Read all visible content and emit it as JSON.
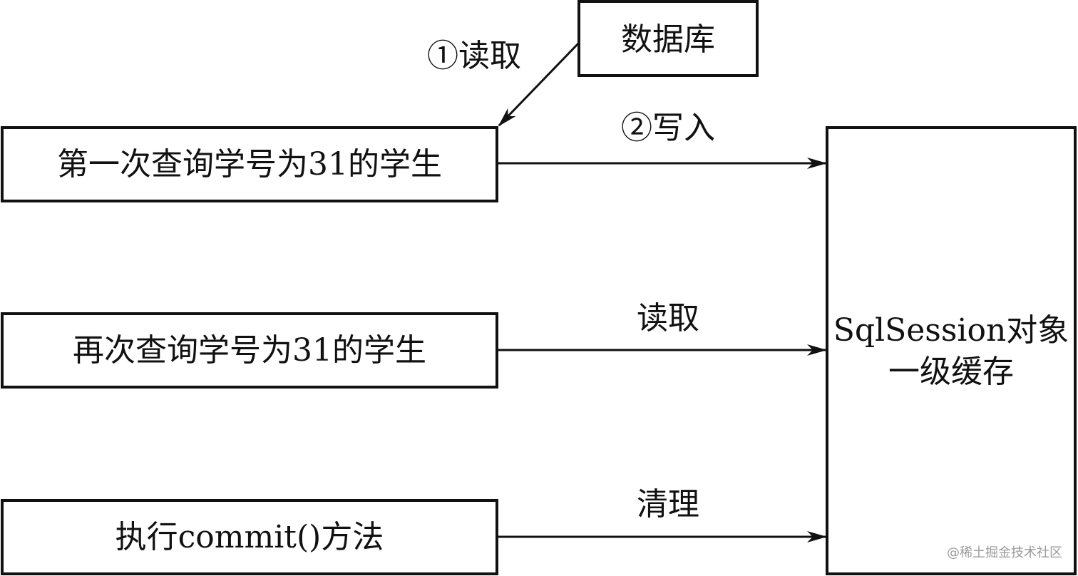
{
  "nodes": {
    "database": "数据库",
    "first_query": "第一次查询学号为31的学生",
    "second_query": "再次查询学号为31的学生",
    "commit": "执行commit()方法",
    "cache_line1": "SqlSession对象",
    "cache_line2": "一级缓存"
  },
  "edges": {
    "read_from_db": "①读取",
    "write_to_cache": "②写入",
    "read_from_cache": "读取",
    "clear_cache": "清理"
  },
  "watermark": "@稀土掘金技术社区",
  "colors": {
    "stroke": "#111111",
    "text": "#111111",
    "background": "#ffffff",
    "watermark": "#9a9a9a"
  }
}
